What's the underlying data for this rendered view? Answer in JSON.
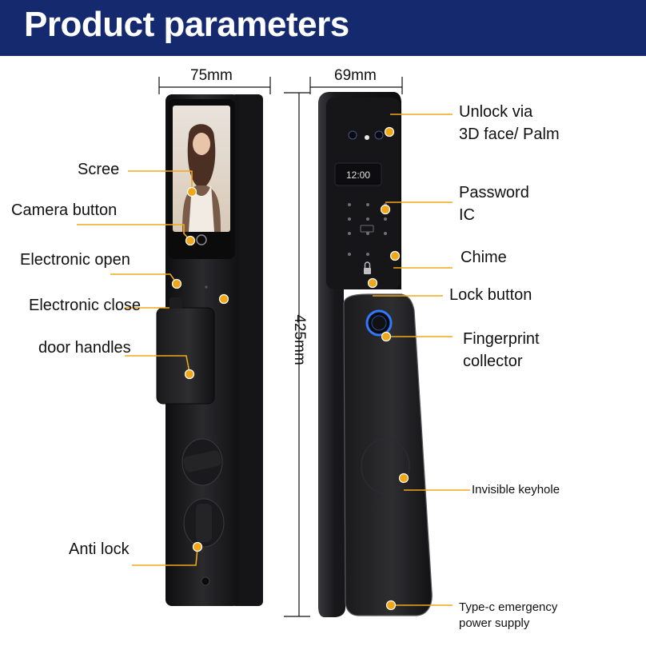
{
  "header": {
    "title": "Product parameters"
  },
  "dimensions": {
    "front_width": "75mm",
    "side_width": "69mm",
    "height": "425mm"
  },
  "front_labels": {
    "screen": "Scree",
    "camera_button": "Camera button",
    "electronic_open": "Electronic open",
    "electronic_close": "Electronic close",
    "door_handles": "door handles",
    "anti_lock": "Anti lock"
  },
  "side_labels": {
    "unlock_line1": "Unlock via",
    "unlock_line2": "3D face/ Palm",
    "password_line1": "Password",
    "password_line2": "IC",
    "chime": "Chime",
    "lock_button": "Lock button",
    "fingerprint_line1": "Fingerprint",
    "fingerprint_line2": "collector",
    "invisible_keyhole": "Invisible keyhole",
    "typec_line1": "Type-c emergency",
    "typec_line2": "power supply"
  },
  "device": {
    "clock": "12:00"
  },
  "colors": {
    "header_bg": "#14296e",
    "callout": "#f0a818",
    "device": "#1c1c1e"
  }
}
